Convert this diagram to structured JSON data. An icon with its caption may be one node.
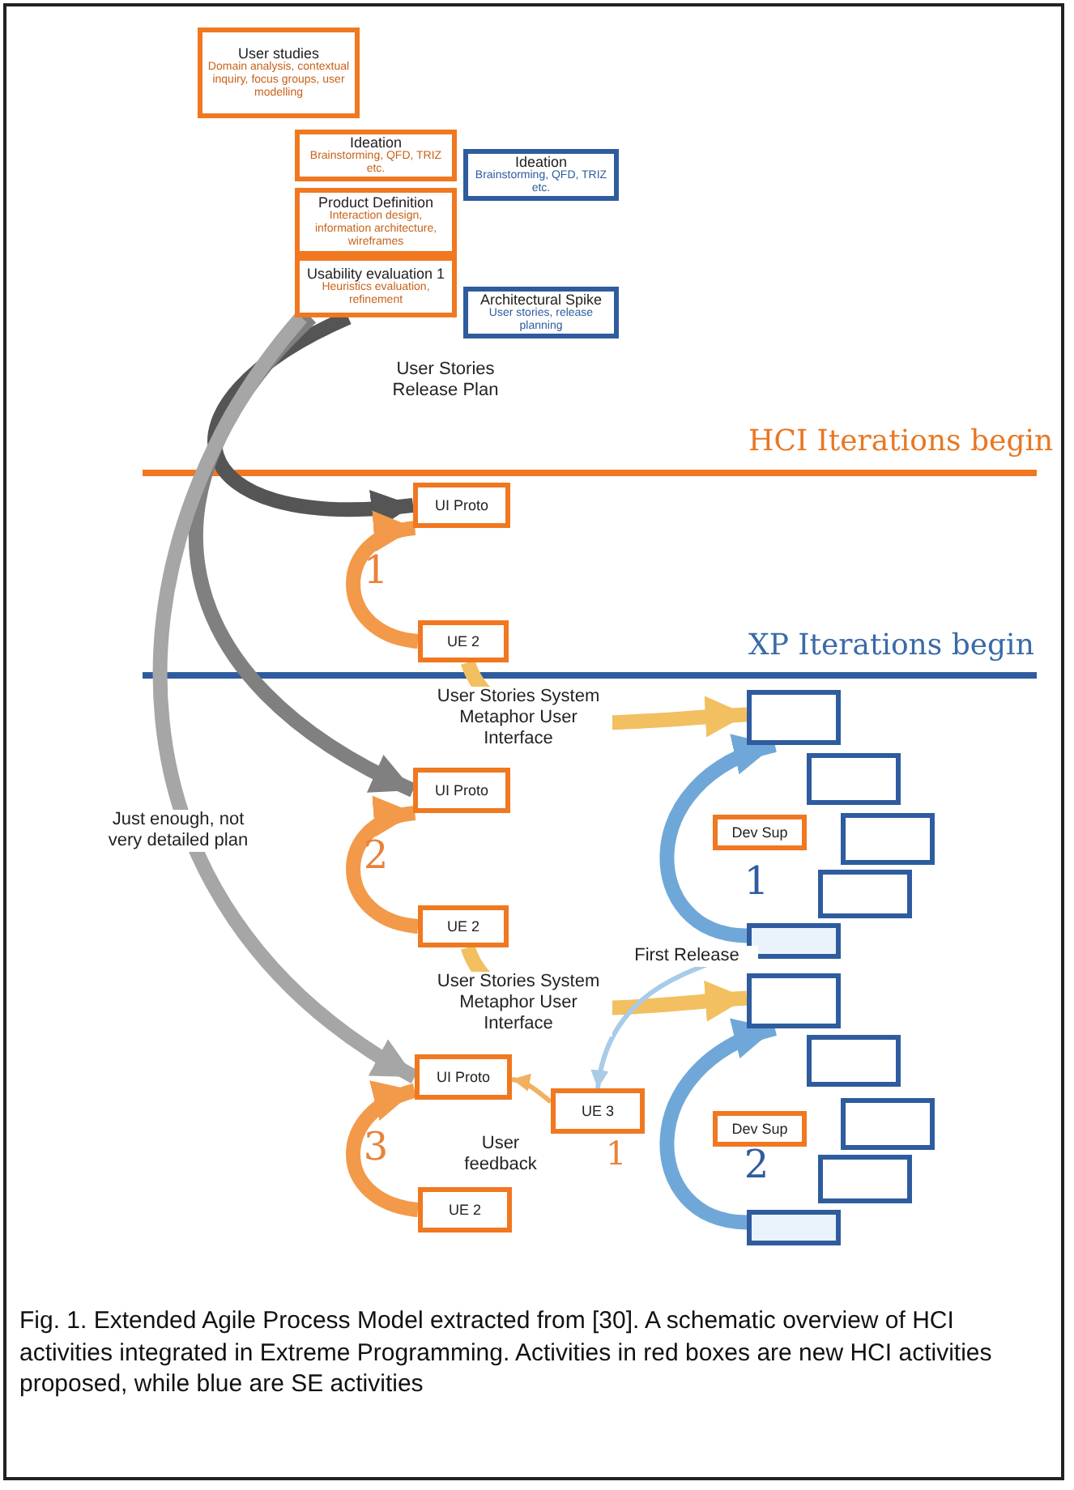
{
  "diagram": {
    "caption": "Fig. 1. Extended Agile Process Model extracted from [30]. A schematic overview of HCI activities integrated in Extreme Programming. Activities in red boxes are new HCI activities proposed, while blue are SE activities",
    "nodes": [
      {
        "text": [
          "User studies",
          "Domain analysis, contextual inquiry, focus groups, user modelling"
        ]
      },
      {
        "text": [
          "Ideation",
          "Brainstorming, QFD, TRIZ etc."
        ]
      },
      {
        "text": [
          "Ideation",
          "Brainstorming, QFD, TRIZ etc."
        ]
      },
      {
        "text": [
          "Product Definition",
          "Interaction design, information architecture, wireframes"
        ]
      },
      {
        "text": [
          "Usability evaluation 1",
          "Heuristics evaluation, refinement"
        ]
      },
      {
        "text": [
          "Architectural Spike",
          "User stories, release planning"
        ]
      },
      {
        "text": [
          "UI Proto"
        ]
      },
      {
        "text": [
          "UE 2"
        ]
      },
      {
        "text": [
          "UI Proto"
        ]
      },
      {
        "text": [
          "UE 2"
        ]
      },
      {
        "text": [
          "UI Proto"
        ]
      },
      {
        "text": [
          "UE 3"
        ],
        "beside": [
          "1"
        ]
      },
      {
        "text": [
          "UE 2"
        ]
      },
      {
        "text": [
          "Dev Sup"
        ]
      },
      {
        "text": [
          "Dev Sup"
        ]
      },
      {
        "text": [],
        "shape": "box"
      },
      {
        "text": [],
        "shape": "box"
      },
      {
        "text": [],
        "shape": "box"
      },
      {
        "text": [],
        "shape": "box"
      },
      {
        "text": [],
        "shape": "box"
      },
      {
        "text": [],
        "shape": "box"
      },
      {
        "text": [],
        "shape": "box"
      },
      {
        "text": [],
        "shape": "box"
      },
      {
        "text": [],
        "shape": "box"
      },
      {
        "text": [],
        "shape": "box"
      }
    ],
    "edges": [
      {
        "from": 4,
        "to": 6,
        "arrow": "to",
        "label": "User Stories Release Plan",
        "color": "#555555"
      },
      {
        "from": 4,
        "to": 8,
        "arrow": "to",
        "color": "#808080"
      },
      {
        "from": 4,
        "to": 10,
        "arrow": "to",
        "label": "Just enough, not very detailed plan",
        "color": "#a6a6a6"
      },
      {
        "from": 7,
        "to": 6,
        "arrow": "to",
        "label": "1",
        "color": "#f29a4a"
      },
      {
        "from": 7,
        "to": 15,
        "arrow": "to",
        "label": "User Stories System Metaphor User Interface",
        "color": "#f2c060"
      },
      {
        "from": 9,
        "to": 8,
        "arrow": "to",
        "label": "2",
        "color": "#f29a4a"
      },
      {
        "from": 19,
        "to": 15,
        "arrow": "to",
        "label": "1",
        "color": "#6fa8d8"
      },
      {
        "from": 9,
        "to": 20,
        "arrow": "to",
        "label": "User Stories System Metaphor User Interface",
        "color": "#f2c060"
      },
      {
        "from": 19,
        "to": 11,
        "arrow": "to",
        "label": "First Release",
        "color": "#a8cbe8"
      },
      {
        "from": 11,
        "to": 10,
        "arrow": "to",
        "label": "User feedback",
        "color": "#f2b060"
      },
      {
        "from": 12,
        "to": 10,
        "arrow": "to",
        "label": "3",
        "color": "#f29a4a"
      },
      {
        "from": 24,
        "to": 20,
        "arrow": "to",
        "label": "2",
        "color": "#6fa8d8"
      }
    ],
    "labels": [
      "HCI Iterations begin",
      "XP Iterations begin"
    ]
  }
}
